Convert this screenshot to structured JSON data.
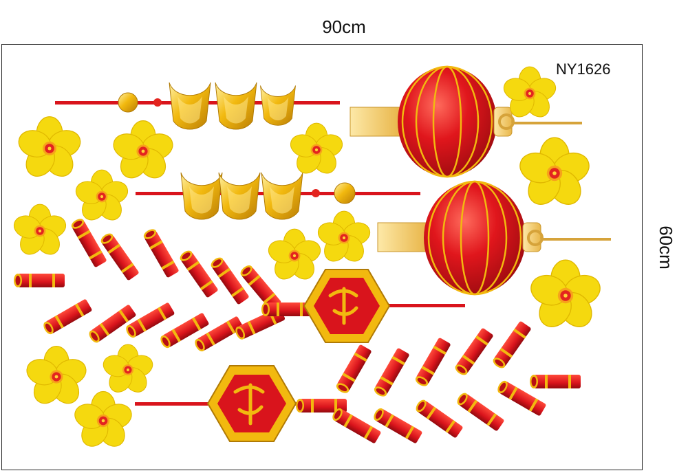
{
  "dimensions": {
    "width_label": "90cm",
    "height_label": "60cm"
  },
  "product_code": "NY1626",
  "colors": {
    "red": "#d9141c",
    "deep_red": "#a80d12",
    "gold": "#f2b90f",
    "yellow": "#f7df14",
    "flower_center": "#e3241f"
  },
  "icons": [
    "plum-blossom-icon",
    "gold-ingot-icon",
    "red-lantern-icon",
    "firecracker-icon",
    "fortune-plaque-icon"
  ]
}
